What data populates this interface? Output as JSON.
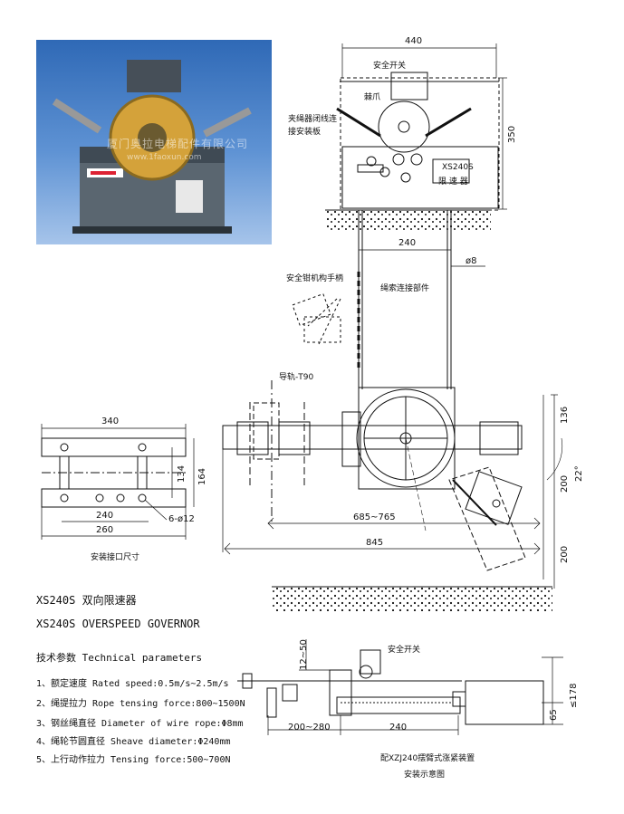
{
  "photo": {
    "watermark": "厦门奥拉电梯配件有限公司",
    "watermark_url": "www.1faoxun.com"
  },
  "top_drawing": {
    "overall_width": "440",
    "height": "350",
    "safety_switch": "安全开关",
    "pawl": "棘爪",
    "clamp_link_plate": "夹绳器闭线连接安装板",
    "nameplate_model": "XS240S",
    "nameplate_name": "限 速 器",
    "rope_spacing": "240",
    "rope_diameter": "ø8",
    "safety_lever": "安全钳机构手柄",
    "rope_connector": "绳索连接部件",
    "guide_rail": "导轨-T90",
    "dim_136": "136",
    "dim_200": "200",
    "dim_22deg": "22°",
    "dim_685_765": "685~765",
    "dim_845": "845",
    "dim_200_lower": "200"
  },
  "mount_drawing": {
    "width_340": "340",
    "height_134": "134",
    "height_164": "164",
    "width_240": "240",
    "width_260": "260",
    "holes": "6-ø12",
    "caption": "安装接口尺寸"
  },
  "titles": {
    "cn": "XS240S 双向限速器",
    "en": "XS240S OVERSPEED GOVERNOR"
  },
  "tech_params": {
    "heading": "技术参数 Technical parameters",
    "items": [
      "1、额定速度 Rated speed:0.5m/s~2.5m/s",
      "2、绳提拉力 Rope tensing force:800~1500N",
      "3、钢丝绳直径 Diameter of wire rope:Φ8mm",
      "4、绳轮节圆直径 Sheave diameter:Φ240mm",
      "5、上行动作拉力 Tensing force:500~700N"
    ]
  },
  "tensioner_drawing": {
    "safety_switch": "安全开关",
    "dim_12_50": "12~50",
    "dim_178": "≤178",
    "dim_65": "65",
    "dim_200_280": "200~280",
    "dim_240": "240",
    "caption_line1": "配XZJ240摆臂式涨紧装置",
    "caption_line2": "安装示意图"
  }
}
